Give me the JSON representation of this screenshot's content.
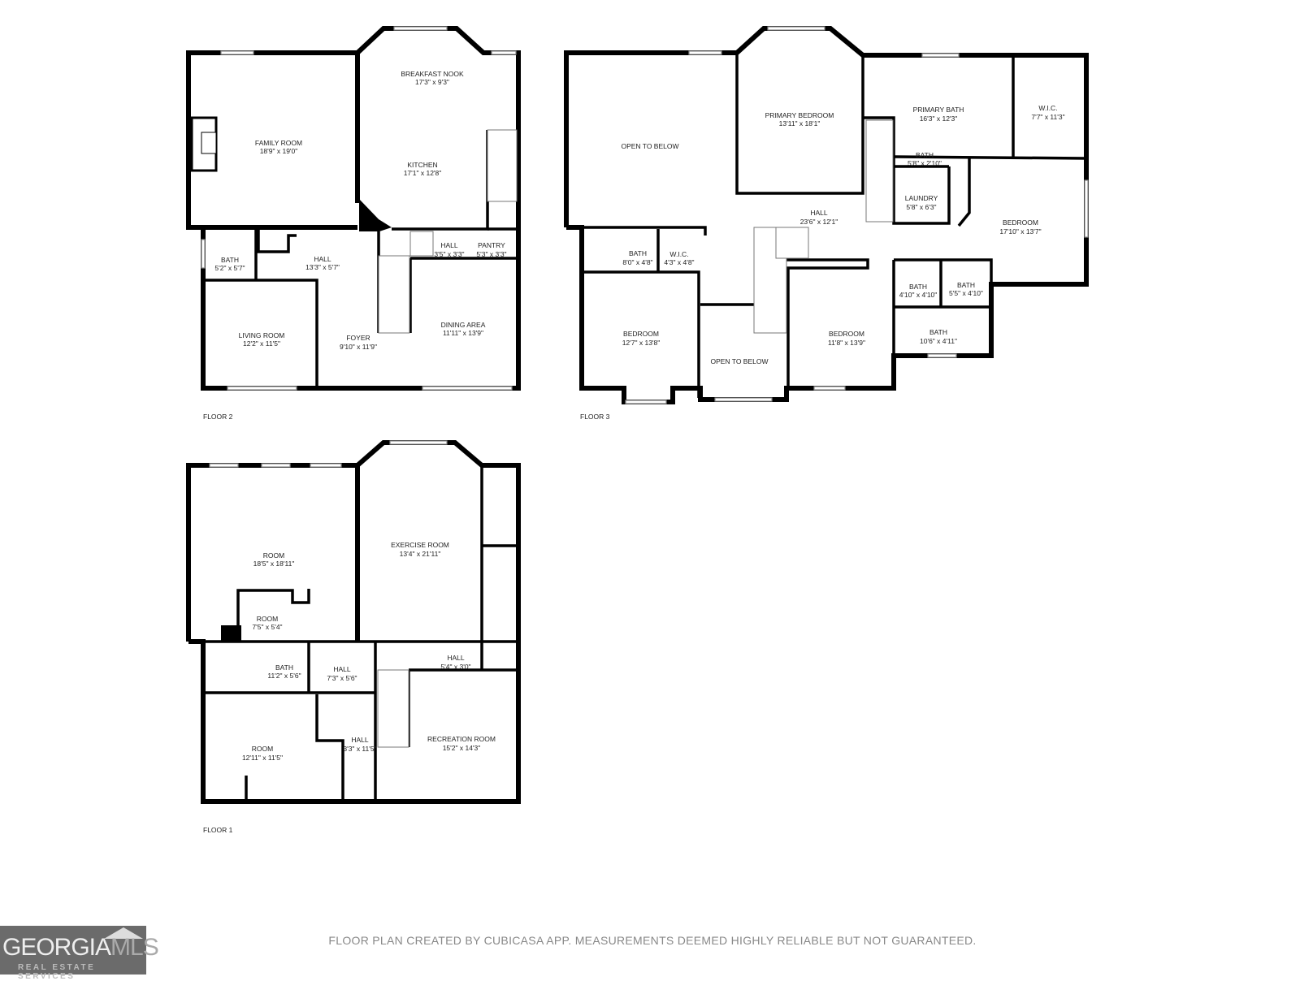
{
  "floors": {
    "floor2": {
      "label": "FLOOR 2",
      "rooms": [
        {
          "name": "BREAKFAST NOOK",
          "dims": "17'3\" x 9'3\""
        },
        {
          "name": "FAMILY ROOM",
          "dims": "18'9\" x 19'0\""
        },
        {
          "name": "KITCHEN",
          "dims": "17'1\" x 12'8\""
        },
        {
          "name": "BATH",
          "dims": "5'2\" x 5'7\""
        },
        {
          "name": "HALL",
          "dims": "13'3\" x 5'7\""
        },
        {
          "name": "HALL",
          "dims": "3'5\" x 3'3\""
        },
        {
          "name": "PANTRY",
          "dims": "5'3\" x 3'3\""
        },
        {
          "name": "LIVING ROOM",
          "dims": "12'2\" x 11'5\""
        },
        {
          "name": "FOYER",
          "dims": "9'10\" x 11'9\""
        },
        {
          "name": "DINING AREA",
          "dims": "11'11\" x 13'9\""
        }
      ]
    },
    "floor3": {
      "label": "FLOOR 3",
      "rooms": [
        {
          "name": "OPEN TO BELOW",
          "dims": ""
        },
        {
          "name": "PRIMARY BEDROOM",
          "dims": "13'11\" x 18'1\""
        },
        {
          "name": "PRIMARY BATH",
          "dims": "16'3\" x 12'3\""
        },
        {
          "name": "W.I.C.",
          "dims": "7'7\" x 11'3\""
        },
        {
          "name": "BATH",
          "dims": "5'8\" x 2'10\""
        },
        {
          "name": "LAUNDRY",
          "dims": "5'8\" x 6'3\""
        },
        {
          "name": "HALL",
          "dims": "23'6\" x 12'1\""
        },
        {
          "name": "BEDROOM",
          "dims": "17'10\" x 13'7\""
        },
        {
          "name": "BATH",
          "dims": "8'0\" x 4'8\""
        },
        {
          "name": "W.I.C.",
          "dims": "4'3\" x 4'8\""
        },
        {
          "name": "BATH",
          "dims": "4'10\" x 4'10\""
        },
        {
          "name": "BATH",
          "dims": "5'5\" x 4'10\""
        },
        {
          "name": "BEDROOM",
          "dims": "12'7\" x 13'8\""
        },
        {
          "name": "OPEN TO BELOW",
          "dims": ""
        },
        {
          "name": "BEDROOM",
          "dims": "11'8\" x 13'9\""
        },
        {
          "name": "BATH",
          "dims": "10'6\" x 4'11\""
        }
      ]
    },
    "floor1": {
      "label": "FLOOR 1",
      "rooms": [
        {
          "name": "ROOM",
          "dims": "18'5\" x 18'11\""
        },
        {
          "name": "EXERCISE ROOM",
          "dims": "13'4\" x 21'11\""
        },
        {
          "name": "ROOM",
          "dims": "7'5\" x 5'4\""
        },
        {
          "name": "BATH",
          "dims": "11'2\" x 5'6\""
        },
        {
          "name": "HALL",
          "dims": "7'3\" x 5'6\""
        },
        {
          "name": "HALL",
          "dims": "5'4\" x 3'0\""
        },
        {
          "name": "ROOM",
          "dims": "12'11\" x 11'5\""
        },
        {
          "name": "HALL",
          "dims": "3'3\" x 11'5\""
        },
        {
          "name": "RECREATION ROOM",
          "dims": "15'2\" x 14'3\""
        }
      ]
    }
  },
  "footer": {
    "disclaimer": "FLOOR PLAN CREATED BY CUBICASA APP. MEASUREMENTS DEEMED HIGHLY RELIABLE BUT NOT GUARANTEED.",
    "logo_text": "GEORGIAMLS REAL ESTATE SERVICES"
  }
}
